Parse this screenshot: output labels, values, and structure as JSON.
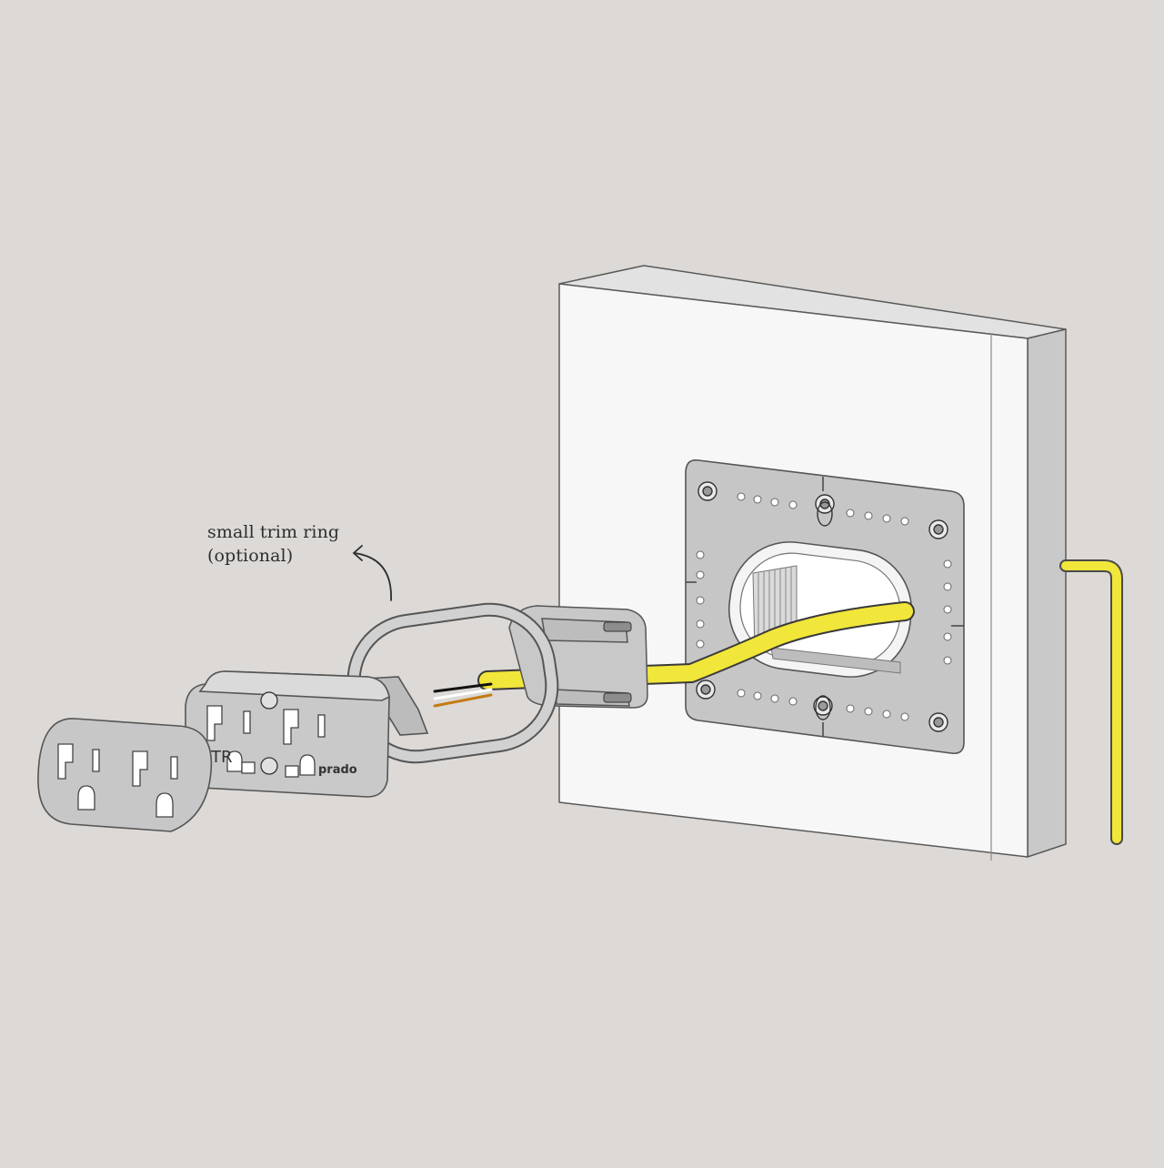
{
  "annotation": {
    "line1": "small trim ring",
    "line2": "(optional)"
  },
  "receptacle": {
    "brand_text": "prado",
    "tr_marking": "TR"
  },
  "colors": {
    "background": "#dcd9d6",
    "wall_face": "#f7f7f7",
    "wall_side": "#cfcfcf",
    "plate": "#c6c6c6",
    "cable": "#f1e63a",
    "outline": "#555555"
  },
  "icons": [
    "curved-arrow-icon",
    "screw-icon"
  ]
}
